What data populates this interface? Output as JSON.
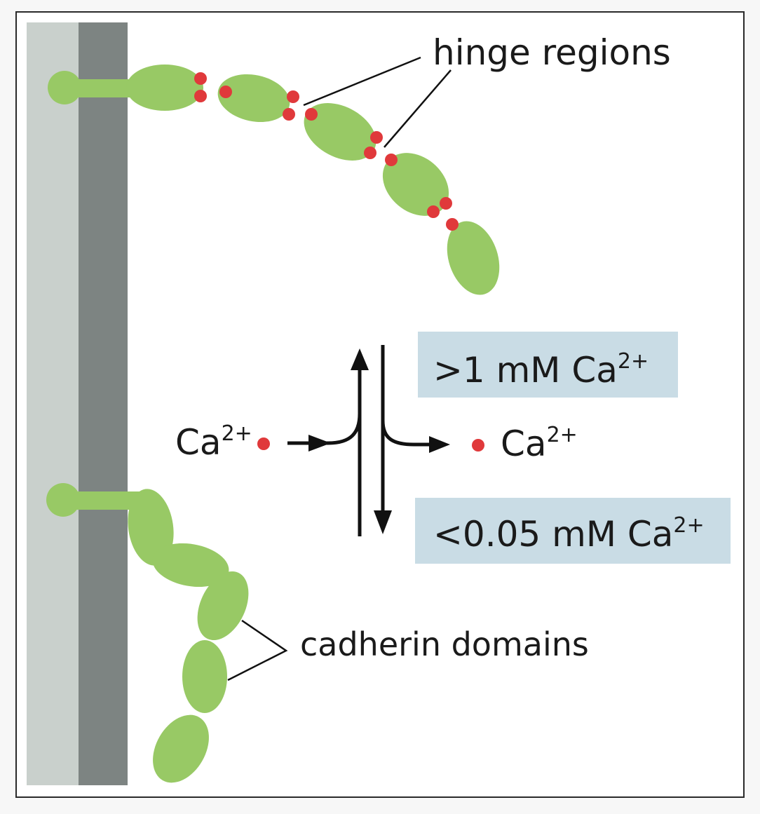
{
  "labels": {
    "hinge_regions": "hinge regions",
    "cadherin_domains": "cadherin domains",
    "ca_ion": "Ca",
    "ca_charge": "2+",
    "high_condition_prefix": ">1 mM Ca",
    "low_condition_prefix": "<0.05 mM Ca"
  },
  "colors": {
    "membrane_outer": "#c9d0cc",
    "membrane_inner": "#7d8482",
    "cadherin_domain": "#98c965",
    "calcium_ion": "#e0393b",
    "condition_box": "#c9dce5",
    "arrow": "#111111"
  }
}
